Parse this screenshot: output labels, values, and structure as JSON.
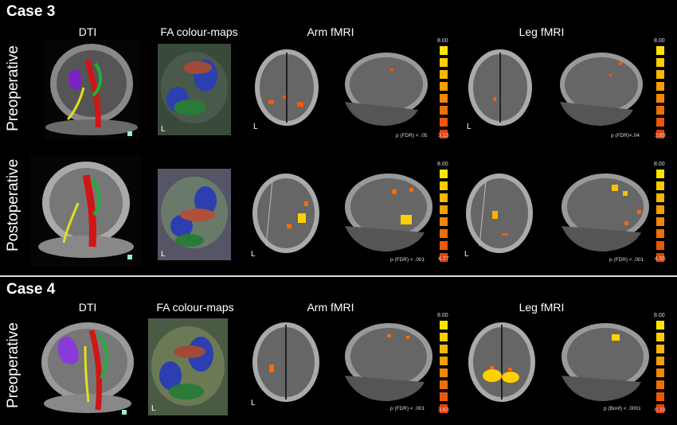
{
  "case3": {
    "title": "Case 3",
    "columns": [
      "DTI",
      "FA colour-maps",
      "Arm fMRI",
      "Leg fMRI"
    ],
    "rows": [
      "Preoperative",
      "Postoperative"
    ],
    "pre": {
      "arm_stat": "p (FDR) < .05",
      "arm_min": "3.13",
      "arm_max": "8.00",
      "leg_stat": "p (FDR)<.04",
      "leg_min": "3.69",
      "leg_max": "8.00"
    },
    "post": {
      "arm_stat": "p (FDR) < .001",
      "arm_min": "4.77",
      "arm_max": "8.00",
      "leg_stat": "p (FDR) < .001",
      "leg_min": "4.55",
      "leg_max": "8.00"
    }
  },
  "case4": {
    "title": "Case 4",
    "columns": [
      "DTI",
      "FA colour-maps",
      "Arm fMRI",
      "Leg fMRI"
    ],
    "rows": [
      "Preoperative"
    ],
    "pre": {
      "arm_stat": "p (FDR) < .001",
      "arm_min": "3.63",
      "arm_max": "8.00",
      "leg_stat": "p (Bonf) < .0001",
      "leg_min": "6.19",
      "leg_max": "8.00"
    }
  },
  "orientation_label": "L",
  "colors": {
    "scale_top": "#ffe600",
    "scale_bottom": "#e8400a",
    "activation": "#ff6a00"
  }
}
